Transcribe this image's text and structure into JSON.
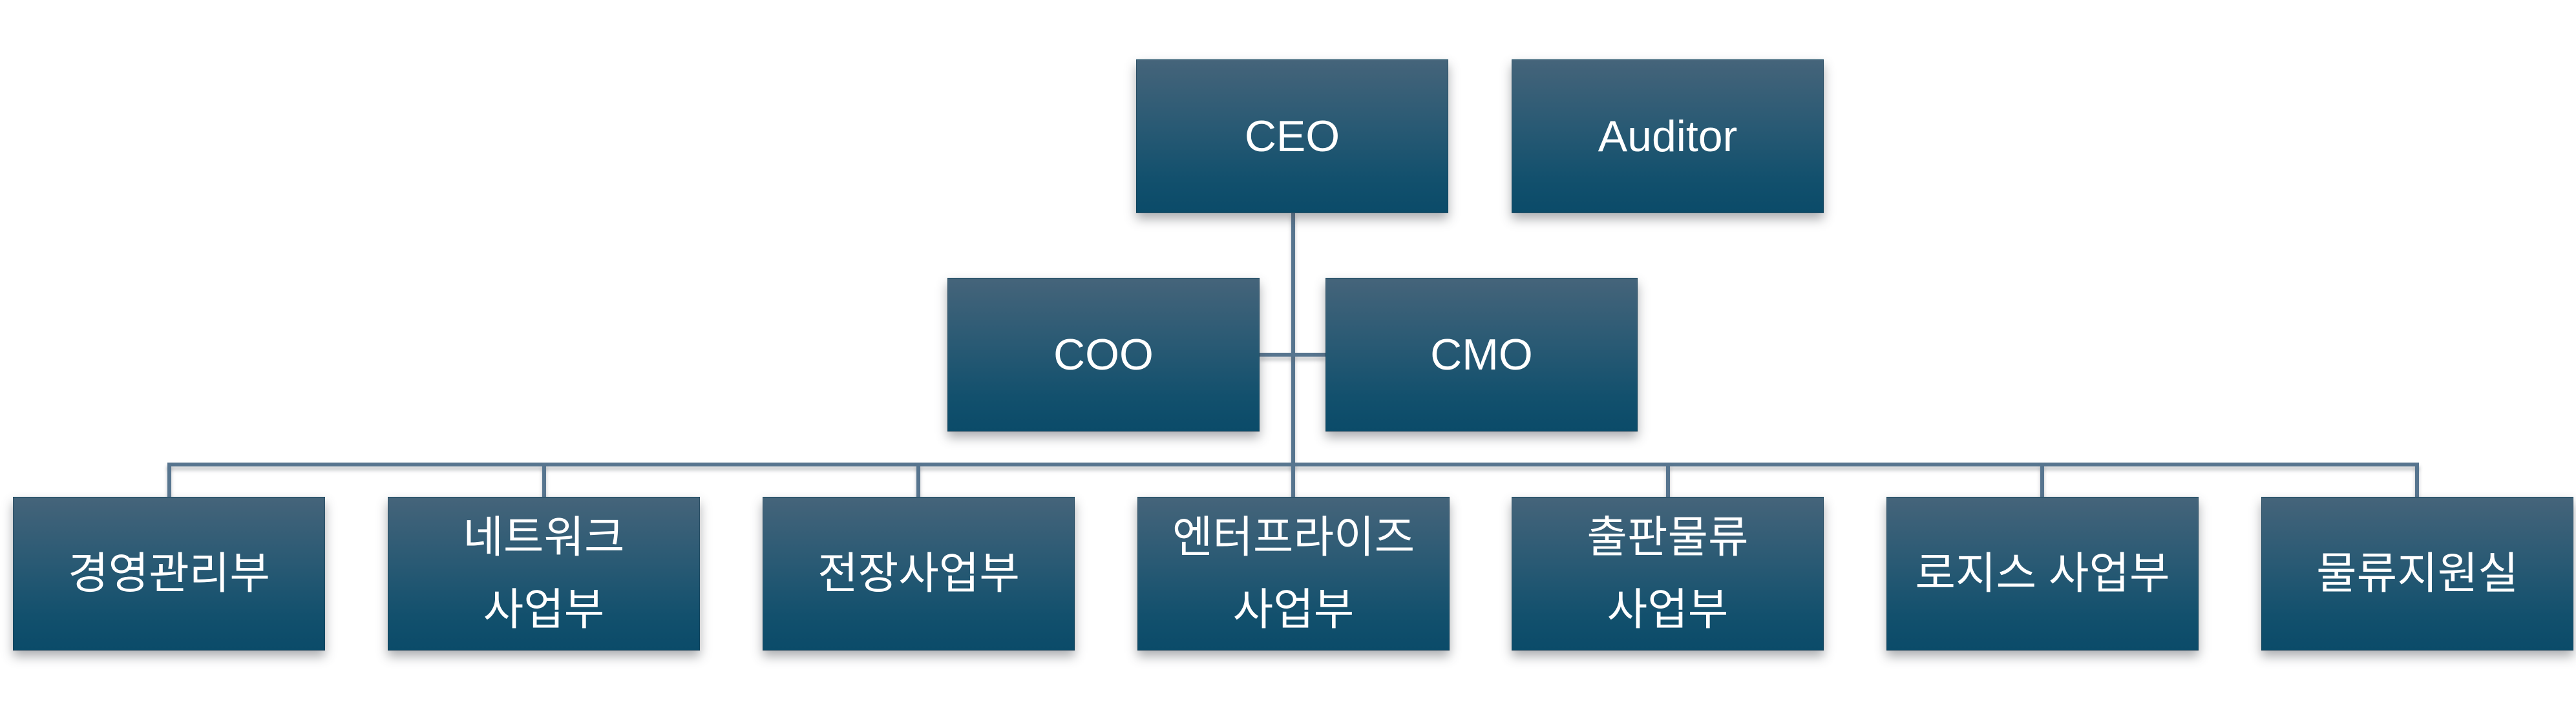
{
  "diagram": {
    "type": "org-chart",
    "background_color": "#ffffff",
    "colors": {
      "node_gradient_top": "#45647a",
      "node_gradient_bottom": "#0b4b69",
      "node_text": "#ffffff",
      "connector": "#57758f"
    },
    "levels": {
      "top": [
        {
          "label": "CEO",
          "lines": [
            "CEO"
          ]
        },
        {
          "label": "Auditor",
          "lines": [
            "Auditor"
          ]
        }
      ],
      "middle": [
        {
          "label": "COO",
          "lines": [
            "COO"
          ]
        },
        {
          "label": "CMO",
          "lines": [
            "CMO"
          ]
        }
      ],
      "bottom": [
        {
          "label": "경영관리부",
          "lines": [
            "경영관리부"
          ]
        },
        {
          "label": "네트워크 사업부",
          "lines": [
            "네트워크",
            "사업부"
          ]
        },
        {
          "label": "전장사업부",
          "lines": [
            "전장사업부"
          ]
        },
        {
          "label": "엔터프라이즈 사업부",
          "lines": [
            "엔터프라이즈",
            "사업부"
          ]
        },
        {
          "label": "출판물류 사업부",
          "lines": [
            "출판물류",
            "사업부"
          ]
        },
        {
          "label": "로지스 사업부",
          "lines": [
            "로지스 사업부"
          ]
        },
        {
          "label": "물류지원실",
          "lines": [
            "물류지원실"
          ]
        }
      ]
    }
  }
}
